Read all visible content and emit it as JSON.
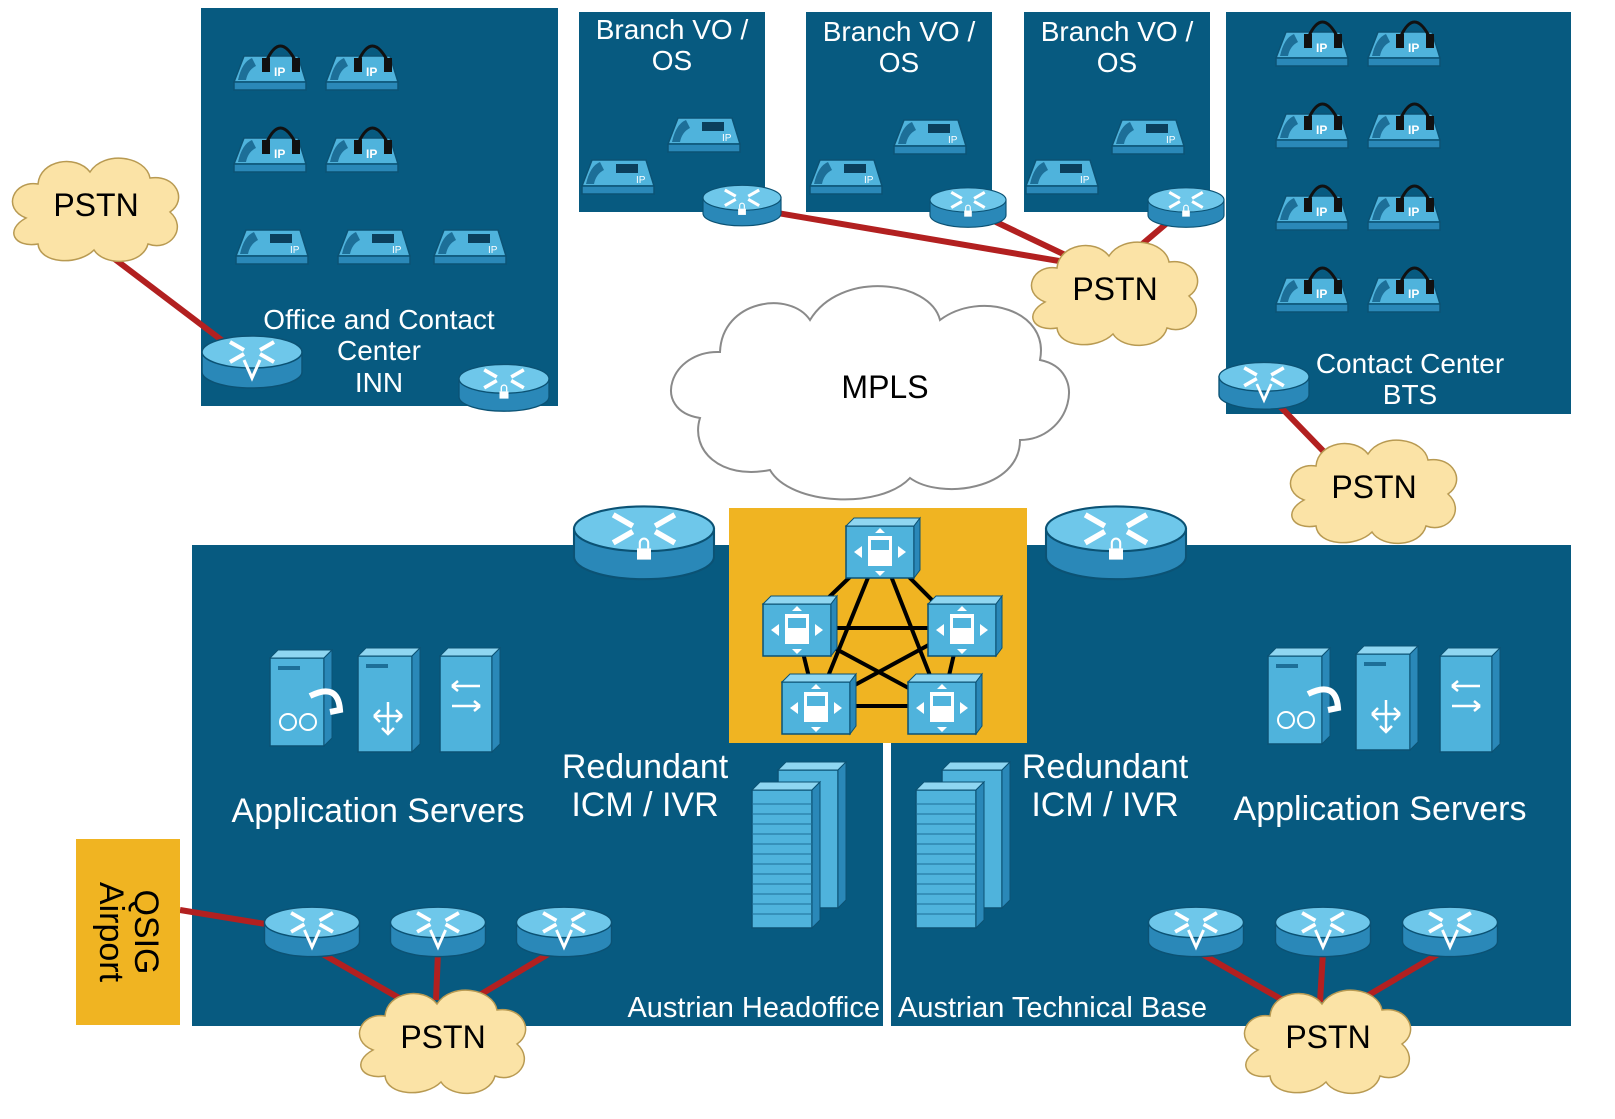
{
  "colors": {
    "region_fill": "#075a80",
    "link": "#b22020",
    "cloud_pstn": "#fbe3a6",
    "cloud_mpls": "#ffffff",
    "highlight": "#f0b422",
    "device_blue": "#4fb3dc"
  },
  "sites": {
    "inn": {
      "line1": "Office and Contact",
      "line2": "Center",
      "line3": "INN"
    },
    "branch1": {
      "line1": "Branch VO /",
      "line2": "OS"
    },
    "branch2": {
      "line1": "Branch VO /",
      "line2": "OS"
    },
    "branch3": {
      "line1": "Branch VO /",
      "line2": "OS"
    },
    "bts": {
      "line1": "Contact Center",
      "line2": "BTS"
    },
    "headoffice": {
      "label": "Austrian Headoffice"
    },
    "techbase": {
      "label": "Austrian Technical Base"
    }
  },
  "clouds": {
    "pstn": "PSTN",
    "mpls": "MPLS"
  },
  "qsig": {
    "line1": "QSIG",
    "line2": "Airport"
  },
  "servers": {
    "app_left": "Application Servers",
    "app_right": "Application Servers",
    "icm_left": {
      "line1": "Redundant",
      "line2": "ICM / IVR"
    },
    "icm_right": {
      "line1": "Redundant",
      "line2": "ICM / IVR"
    }
  },
  "icons": {
    "ip_phone": "ip-phone-icon",
    "agent_phone": "agent-headset-phone-icon",
    "voice_router": "voice-router-icon",
    "secure_router": "secure-router-icon",
    "call_manager": "call-manager-icon",
    "app_server": "application-server-icon",
    "storage_server": "storage-server-icon",
    "cloud": "cloud-icon"
  }
}
